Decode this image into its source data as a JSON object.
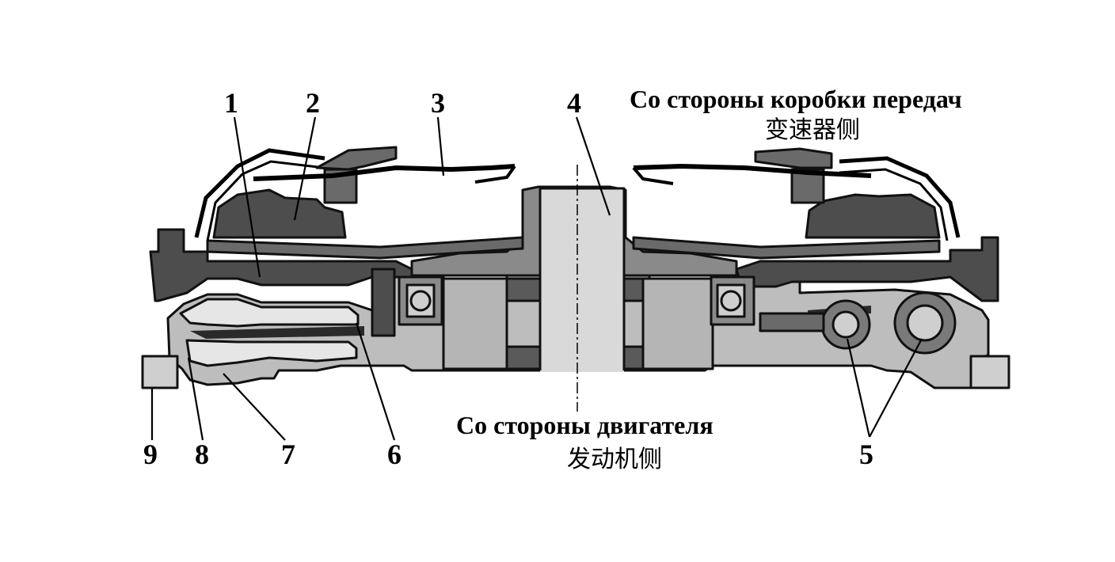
{
  "diagram": {
    "callouts": [
      {
        "id": "1",
        "label": "1"
      },
      {
        "id": "2",
        "label": "2"
      },
      {
        "id": "3",
        "label": "3"
      },
      {
        "id": "4",
        "label": "4"
      },
      {
        "id": "5",
        "label": "5"
      },
      {
        "id": "6",
        "label": "6"
      },
      {
        "id": "7",
        "label": "7"
      },
      {
        "id": "8",
        "label": "8"
      },
      {
        "id": "9",
        "label": "9"
      }
    ],
    "gearbox_side": {
      "ru": "Со стороны коробки передач",
      "zh": "变速器侧"
    },
    "engine_side": {
      "ru": "Со стороны двигателя",
      "zh": "发动机侧"
    },
    "colors": {
      "dark": "#4d4d4d",
      "mid": "#8a8a8a",
      "light": "#bdbdbd",
      "shaft": "#d9d9d9",
      "outline": "#111111"
    }
  }
}
